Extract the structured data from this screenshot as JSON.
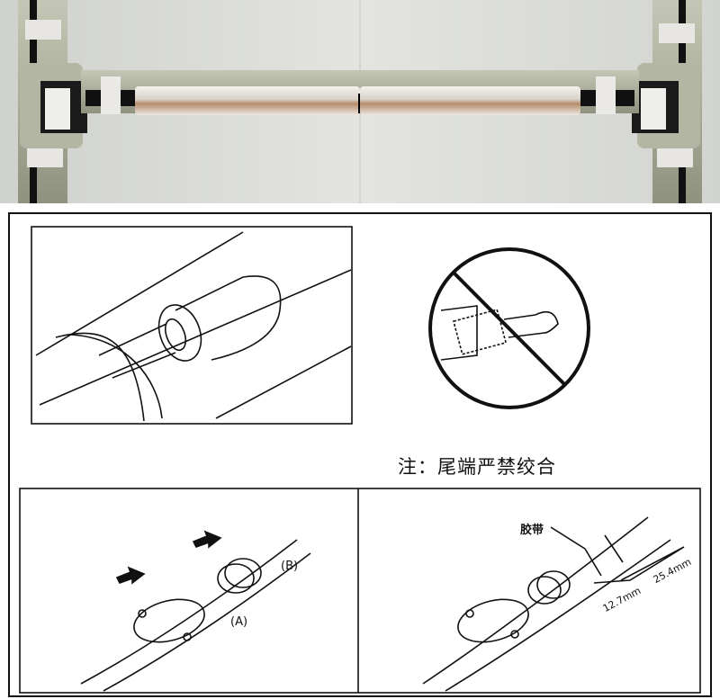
{
  "photo": {
    "description_label": "heat-tracing-pipe-photo"
  },
  "note": "注：尾端严禁绞合",
  "labels": {
    "a": "(A)",
    "b": "(B)",
    "tape": "胶带",
    "dim1": "12.7mm",
    "dim2": "25.4mm"
  },
  "colors": {
    "wall": "#d9dbd6",
    "pipe": "#b9bca9",
    "foil": "#e6e2dc",
    "line": "#111111"
  }
}
